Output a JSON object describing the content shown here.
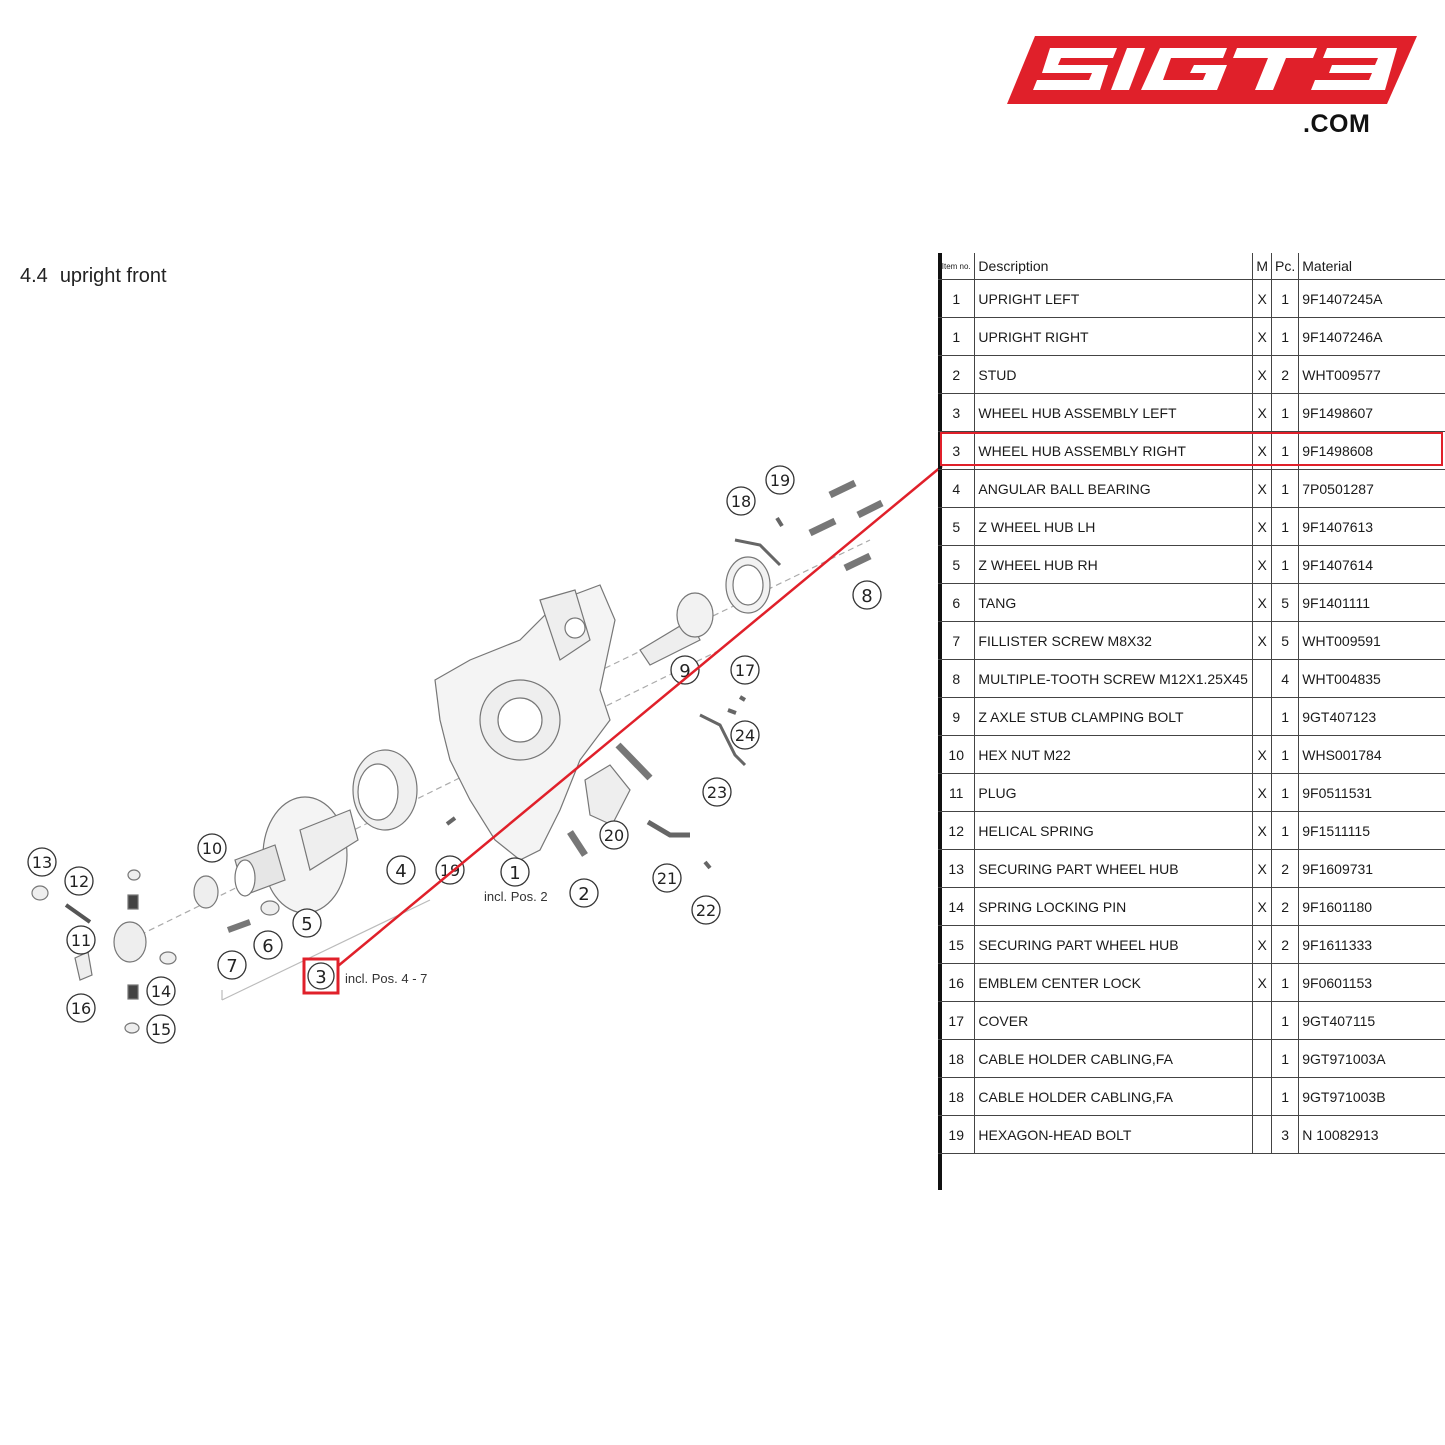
{
  "logo": {
    "mark": "SIGT3",
    "domain": ".COM"
  },
  "section": {
    "number": "4.4",
    "title": "upright front"
  },
  "table": {
    "headers": {
      "item": "Item no.",
      "description": "Description",
      "m": "M",
      "pc": "Pc.",
      "material": "Material"
    },
    "rows": [
      {
        "item": "1",
        "description": "UPRIGHT LEFT",
        "m": "X",
        "pc": "1",
        "material": "9F1407245A"
      },
      {
        "item": "1",
        "description": "UPRIGHT RIGHT",
        "m": "X",
        "pc": "1",
        "material": "9F1407246A"
      },
      {
        "item": "2",
        "description": "STUD",
        "m": "X",
        "pc": "2",
        "material": "WHT009577"
      },
      {
        "item": "3",
        "description": "WHEEL HUB ASSEMBLY LEFT",
        "m": "X",
        "pc": "1",
        "material": "9F1498607"
      },
      {
        "item": "3",
        "description": "WHEEL HUB ASSEMBLY RIGHT",
        "m": "X",
        "pc": "1",
        "material": "9F1498608"
      },
      {
        "item": "4",
        "description": "ANGULAR BALL BEARING",
        "m": "X",
        "pc": "1",
        "material": "7P0501287"
      },
      {
        "item": "5",
        "description": "Z WHEEL HUB LH",
        "m": "X",
        "pc": "1",
        "material": "9F1407613"
      },
      {
        "item": "5",
        "description": "Z WHEEL HUB RH",
        "m": "X",
        "pc": "1",
        "material": "9F1407614"
      },
      {
        "item": "6",
        "description": "TANG",
        "m": "X",
        "pc": "5",
        "material": "9F1401111"
      },
      {
        "item": "7",
        "description": "FILLISTER SCREW M8X32",
        "m": "X",
        "pc": "5",
        "material": "WHT009591"
      },
      {
        "item": "8",
        "description": "MULTIPLE-TOOTH SCREW M12X1.25X45",
        "m": "",
        "pc": "4",
        "material": "WHT004835"
      },
      {
        "item": "9",
        "description": "Z AXLE STUB CLAMPING BOLT",
        "m": "",
        "pc": "1",
        "material": "9GT407123"
      },
      {
        "item": "10",
        "description": "HEX NUT M22",
        "m": "X",
        "pc": "1",
        "material": "WHS001784"
      },
      {
        "item": "11",
        "description": "PLUG",
        "m": "X",
        "pc": "1",
        "material": "9F0511531"
      },
      {
        "item": "12",
        "description": "HELICAL SPRING",
        "m": "X",
        "pc": "1",
        "material": "9F1511115"
      },
      {
        "item": "13",
        "description": "SECURING PART WHEEL HUB",
        "m": "X",
        "pc": "2",
        "material": "9F1609731"
      },
      {
        "item": "14",
        "description": "SPRING LOCKING PIN",
        "m": "X",
        "pc": "2",
        "material": "9F1601180"
      },
      {
        "item": "15",
        "description": "SECURING PART WHEEL HUB",
        "m": "X",
        "pc": "2",
        "material": "9F1611333"
      },
      {
        "item": "16",
        "description": "EMBLEM CENTER LOCK",
        "m": "X",
        "pc": "1",
        "material": "9F0601153"
      },
      {
        "item": "17",
        "description": "COVER",
        "m": "",
        "pc": "1",
        "material": "9GT407115"
      },
      {
        "item": "18",
        "description": "CABLE HOLDER CABLING,FA",
        "m": "",
        "pc": "1",
        "material": "9GT971003A"
      },
      {
        "item": "18",
        "description": "CABLE HOLDER CABLING,FA",
        "m": "",
        "pc": "1",
        "material": "9GT971003B"
      },
      {
        "item": "19",
        "description": "HEXAGON-HEAD BOLT",
        "m": "",
        "pc": "3",
        "material": "N 10082913"
      }
    ]
  },
  "diagram": {
    "callouts": [
      "1",
      "2",
      "3",
      "4",
      "5",
      "6",
      "7",
      "8",
      "9",
      "10",
      "11",
      "12",
      "13",
      "14",
      "15",
      "16",
      "17",
      "18",
      "19",
      "19",
      "20",
      "21",
      "22",
      "23",
      "24"
    ],
    "notes": {
      "pos1": "incl. Pos. 2",
      "pos3": "incl. Pos. 4 - 7"
    },
    "highlight_color": "#e0202a"
  }
}
